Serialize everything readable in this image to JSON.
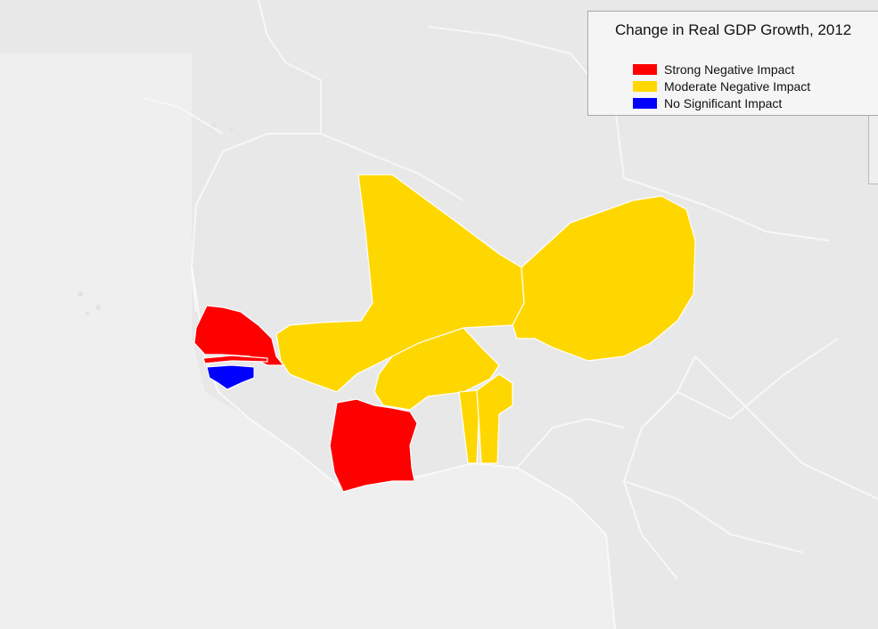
{
  "legend": {
    "title": "Change in Real GDP Growth, 2012",
    "items": [
      {
        "label": "Strong Negative Impact",
        "color": "#ff0000"
      },
      {
        "label": "Moderate Negative Impact",
        "color": "#ffd700"
      },
      {
        "label": "No Significant Impact",
        "color": "#0000ff"
      }
    ]
  },
  "colors": {
    "background": "#e9e9e9",
    "sea": "#efefef",
    "border_lines": "#ffffff",
    "strong_negative": "#ff0000",
    "moderate_negative": "#ffd700",
    "no_significant": "#0000ff"
  }
}
